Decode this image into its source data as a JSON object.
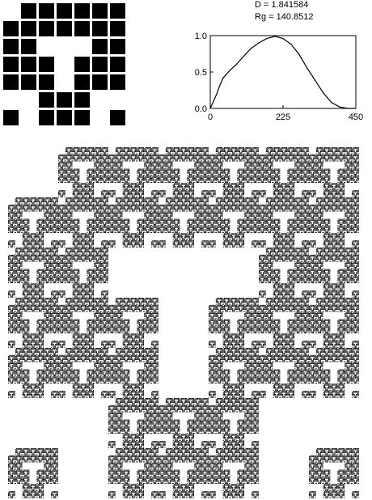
{
  "info": {
    "d_label": "D = 1.841584",
    "rg_label": "Rg = 140.8512"
  },
  "generator": {
    "rows": 7,
    "cols": 7,
    "pattern": [
      "0111111",
      "1111111",
      "1100011",
      "1110111",
      "1110111",
      "0011100",
      "1011101"
    ],
    "fill_color": "#000000"
  },
  "chart_data": {
    "type": "line",
    "title": "",
    "xlabel": "",
    "ylabel": "",
    "xlim": [
      0,
      450
    ],
    "ylim": [
      0,
      1.0
    ],
    "xticks": [
      "0",
      "225",
      "450"
    ],
    "yticks": [
      "0.0",
      "0.5",
      "1.0"
    ],
    "series": [
      {
        "x": [
          0,
          10,
          20,
          30,
          40,
          60,
          80,
          100,
          125,
          150,
          175,
          200,
          225,
          250,
          275,
          300,
          325,
          350,
          375,
          400,
          425,
          450
        ],
        "values": [
          0.0,
          0.1,
          0.2,
          0.32,
          0.42,
          0.52,
          0.6,
          0.7,
          0.82,
          0.9,
          0.96,
          0.99,
          0.96,
          0.88,
          0.74,
          0.55,
          0.38,
          0.21,
          0.08,
          0.02,
          0.0,
          0.0
        ]
      }
    ]
  }
}
